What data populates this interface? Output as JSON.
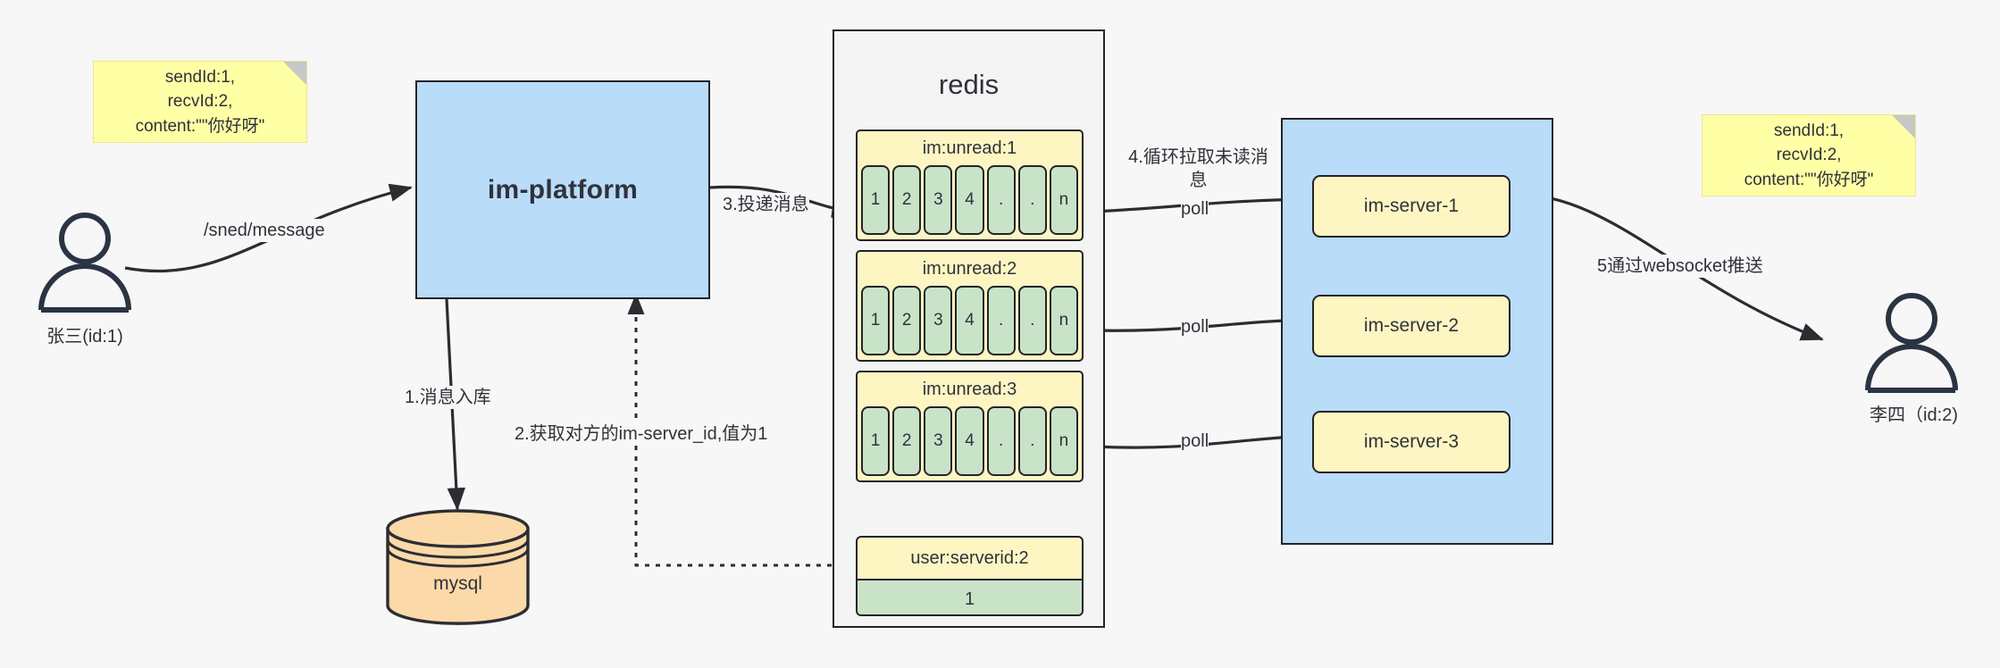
{
  "diagram": {
    "title": "IM message delivery architecture",
    "background": "#f7f7f7",
    "colors": {
      "blue_fill": "#b9dcf9",
      "yellow_fill": "#fdf6c3",
      "green_fill": "#c9e3c9",
      "orange_fill": "#fcd9a8",
      "note_fill": "#ffffa6",
      "stroke": "#222428"
    }
  },
  "notes": {
    "left": "sendId:1,\nrecvId:2,\ncontent:\"\"你好呀\"",
    "right": "sendId:1,\nrecvId:2,\ncontent:\"\"你好呀\""
  },
  "actors": {
    "sender": "张三(id:1)",
    "receiver": "李四（id:2)"
  },
  "nodes": {
    "platform": "im-platform",
    "database": "mysql",
    "redis": "redis",
    "servers": [
      "im-server-1",
      "im-server-2",
      "im-server-3"
    ]
  },
  "redis_keys": [
    {
      "key": "im:unread:1",
      "cells": [
        "1",
        "2",
        "3",
        "4",
        ".",
        ".",
        "n"
      ]
    },
    {
      "key": "im:unread:2",
      "cells": [
        "1",
        "2",
        "3",
        "4",
        ".",
        ".",
        "n"
      ]
    },
    {
      "key": "im:unread:3",
      "cells": [
        "1",
        "2",
        "3",
        "4",
        ".",
        ".",
        "n"
      ]
    }
  ],
  "redis_kv": {
    "key": "user:serverid:2",
    "value": "1"
  },
  "edges": {
    "send_message": "/sned/message",
    "step1": "1.消息入库",
    "step2": "2.获取对方的im-server_id,值为1",
    "step3": "3.投递消息",
    "step4": "4.循环拉取未读消\n息",
    "step5": "5通过websocket推送",
    "poll1": "poll",
    "poll2": "poll",
    "poll3": "poll"
  }
}
